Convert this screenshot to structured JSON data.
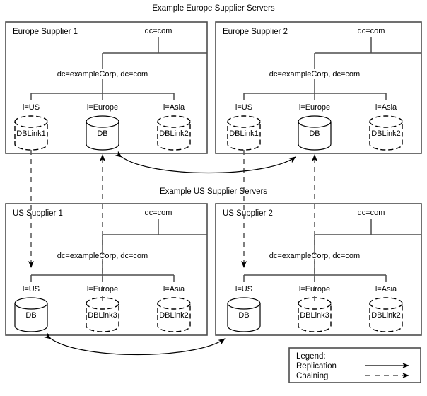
{
  "diagram": {
    "groups": [
      {
        "id": "europe",
        "title": "Example Europe Supplier Servers"
      },
      {
        "id": "us",
        "title": "Example US Supplier Servers"
      }
    ],
    "servers": [
      {
        "id": "europe-supplier-1",
        "title": "Europe Supplier 1",
        "root": "dc=com",
        "suffix": "dc=exampleCorp, dc=com",
        "nodes": [
          {
            "label": "l=US",
            "db": "DBLink1",
            "kind": "link"
          },
          {
            "label": "l=Europe",
            "db": "DB",
            "kind": "database"
          },
          {
            "label": "l=Asia",
            "db": "DBLink2",
            "kind": "link"
          }
        ]
      },
      {
        "id": "europe-supplier-2",
        "title": "Europe Supplier 2",
        "root": "dc=com",
        "suffix": "dc=exampleCorp, dc=com",
        "nodes": [
          {
            "label": "l=US",
            "db": "DBLink1",
            "kind": "link"
          },
          {
            "label": "l=Europe",
            "db": "DB",
            "kind": "database"
          },
          {
            "label": "l=Asia",
            "db": "DBLink2",
            "kind": "link"
          }
        ]
      },
      {
        "id": "us-supplier-1",
        "title": "US Supplier 1",
        "root": "dc=com",
        "suffix": "dc=exampleCorp, dc=com",
        "nodes": [
          {
            "label": "l=US",
            "db": "DB",
            "kind": "database"
          },
          {
            "label": "l=Europe",
            "db": "DBLink3",
            "kind": "link"
          },
          {
            "label": "l=Asia",
            "db": "DBLink2",
            "kind": "link"
          }
        ]
      },
      {
        "id": "us-supplier-2",
        "title": "US Supplier 2",
        "root": "dc=com",
        "suffix": "dc=exampleCorp, dc=com",
        "nodes": [
          {
            "label": "l=US",
            "db": "DB",
            "kind": "database"
          },
          {
            "label": "l=Europe",
            "db": "DBLink3",
            "kind": "link"
          },
          {
            "label": "l=Asia",
            "db": "DBLink2",
            "kind": "link"
          }
        ]
      }
    ],
    "legend": {
      "title": "Legend:",
      "items": [
        {
          "label": "Replication",
          "style": "solid-arrow"
        },
        {
          "label": "Chaining",
          "style": "dashed-arrow"
        }
      ]
    },
    "colors": {
      "box_stroke": "#4d4d4d",
      "tree_stroke": "#4d4d4d",
      "chain_stroke": "#555555",
      "replication_stroke": "#000000",
      "text": "#000000",
      "background": "#ffffff"
    }
  }
}
